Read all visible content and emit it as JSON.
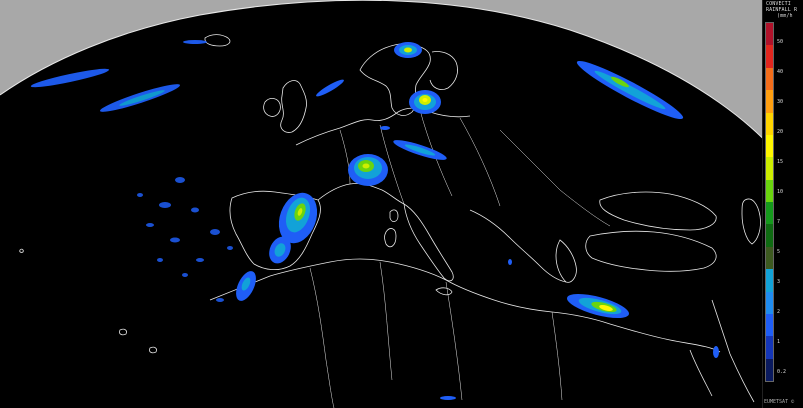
{
  "legend": {
    "title_line1": "CONVECTI",
    "title_line2": "RAINFALL R",
    "title_line3": "(mm/h",
    "colors": [
      "#b0122a",
      "#e2261e",
      "#f46d1a",
      "#ff9f10",
      "#ffd400",
      "#fff700",
      "#cdee00",
      "#6ad40e",
      "#159a1c",
      "#0f6b12",
      "#3d5a20",
      "#12a2d8",
      "#1f8cf0",
      "#1f5ef6",
      "#1436b8",
      "#0a1a5e"
    ],
    "ticks": [
      "50",
      "40",
      "30",
      "20",
      "15",
      "10",
      "7",
      "5",
      "3",
      "2",
      "1",
      "0.2"
    ]
  },
  "credit": "EUMETSAT ©",
  "colors": {
    "space": "#a8a8a8",
    "earth": "#000000",
    "coastline": "#e8e8e8"
  }
}
